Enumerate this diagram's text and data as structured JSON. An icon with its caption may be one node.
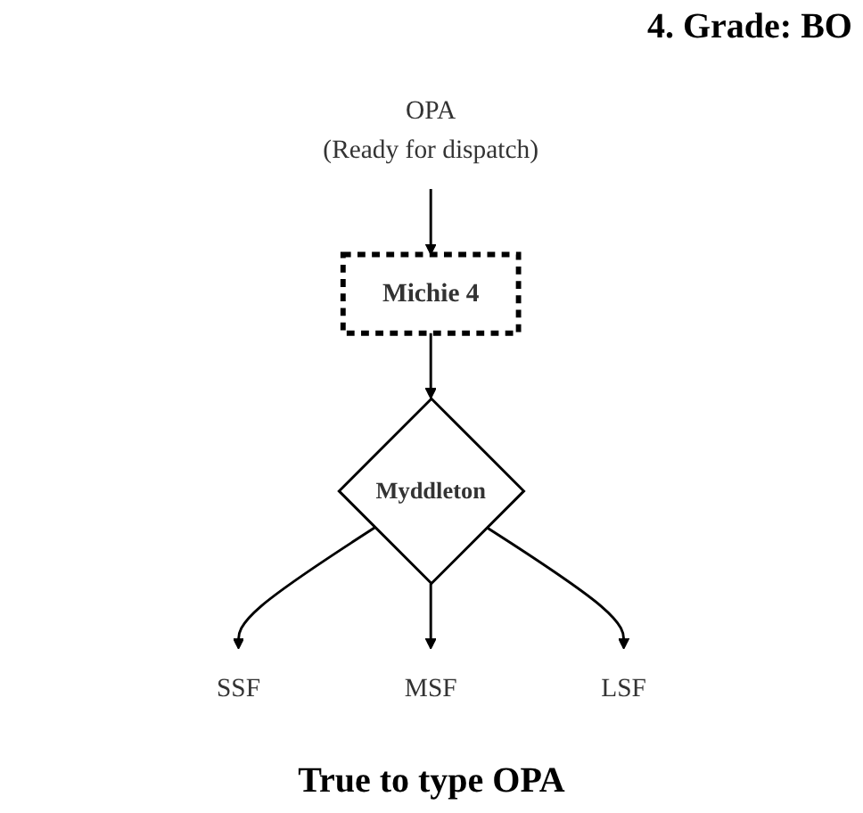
{
  "diagram": {
    "title": "4. Grade: BO",
    "caption": "True to type OPA",
    "nodes": [
      {
        "text": [
          "OPA",
          "(Ready for dispatch)"
        ]
      },
      {
        "text": [
          "Michie 4"
        ]
      },
      {
        "text": [
          "Myddleton"
        ]
      },
      {
        "text": [
          "SSF"
        ]
      },
      {
        "text": [
          "MSF"
        ]
      },
      {
        "text": [
          "LSF"
        ]
      }
    ],
    "edges": [
      {
        "from": 0,
        "to": 1,
        "arrow": "to"
      },
      {
        "from": 1,
        "to": 2,
        "arrow": "to"
      },
      {
        "from": 2,
        "to": 3,
        "arrow": "to"
      },
      {
        "from": 2,
        "to": 4,
        "arrow": "to"
      },
      {
        "from": 2,
        "to": 5,
        "arrow": "to"
      }
    ]
  }
}
